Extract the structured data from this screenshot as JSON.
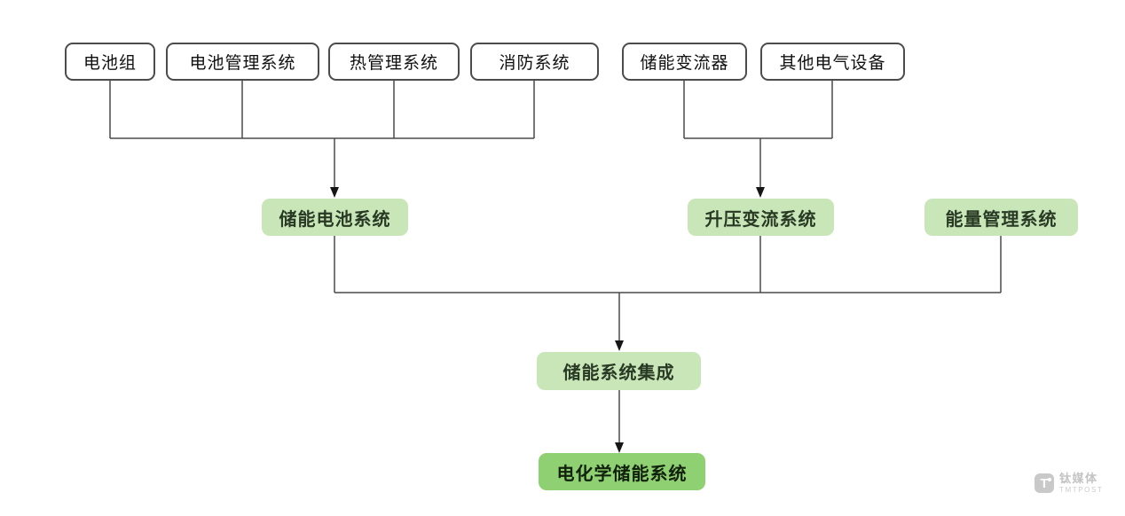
{
  "colors": {
    "background": "#ffffff",
    "white_box_border": "#4c4c4c",
    "light_green_fill": "#c9e6b9",
    "dark_green_fill": "#8fd073",
    "connector_line": "#4a4a4a",
    "arrowhead": "#161616",
    "watermark_gray": "#c9c9c9"
  },
  "diagram": {
    "component_row": [
      {
        "id": "battery-pack",
        "label": "电池组"
      },
      {
        "id": "battery-management-system",
        "label": "电池管理系统"
      },
      {
        "id": "thermal-management-system",
        "label": "热管理系统"
      },
      {
        "id": "fire-protection-system",
        "label": "消防系统"
      },
      {
        "id": "storage-converter",
        "label": "储能变流器"
      },
      {
        "id": "other-electrical-equipment",
        "label": "其他电气设备"
      }
    ],
    "subsystem_row": [
      {
        "id": "storage-battery-system",
        "label": "储能电池系统"
      },
      {
        "id": "boost-converter-system",
        "label": "升压变流系统"
      },
      {
        "id": "energy-management-system",
        "label": "能量管理系统"
      }
    ],
    "integration": {
      "label": "储能系统集成"
    },
    "final_system": {
      "label": "电化学储能系统"
    }
  },
  "watermark": {
    "icon_letter": "T",
    "brand": "钛媒体",
    "subtitle": "TMTPOST"
  }
}
